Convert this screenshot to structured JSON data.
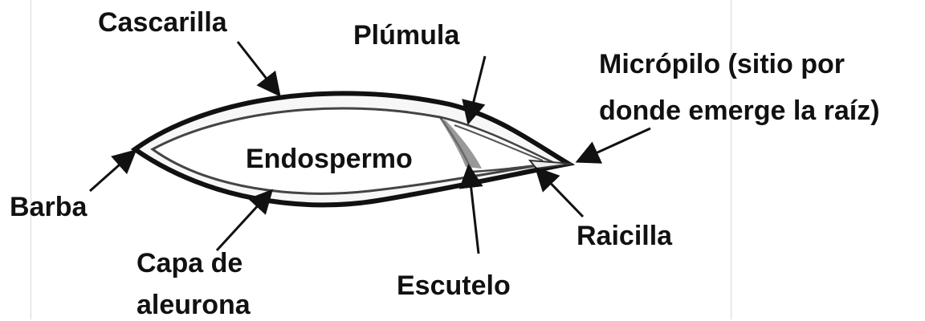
{
  "labels": {
    "cascarilla": "Cascarilla",
    "plumula": "Plúmula",
    "micropilo_line1": "Micrópilo (sitio por",
    "micropilo_line2": "donde emerge la raíz)",
    "endospermo": "Endospermo",
    "barba": "Barba",
    "raicilla": "Raicilla",
    "capa_line1": "Capa de",
    "capa_line2": "aleurona",
    "escutelo": "Escutelo"
  },
  "colors": {
    "outline": "#111111",
    "inner_outline": "#555555",
    "background": "#ffffff"
  }
}
